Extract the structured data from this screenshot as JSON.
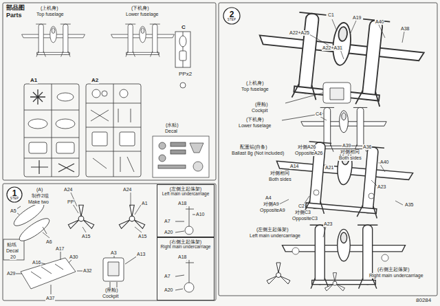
{
  "diagram": {
    "nodes": [
      {
        "text": [
          "1",
          "STEP"
        ]
      },
      {
        "text": [
          "(左侧主起落架)",
          "Left main undercarriage"
        ]
      },
      {
        "text": [
          "(右侧主起落架)",
          "Right main undercarriage"
        ]
      },
      {
        "text": [
          "2",
          "STEP"
        ]
      }
    ],
    "labels": [
      "部品图",
      "Parts",
      "(上机身)",
      "Top fuselage",
      "(下机身)",
      "Lower fuselage",
      "C",
      "PPx2",
      "A1",
      "A2",
      "(水贴)",
      "Decal",
      "(A)",
      "制作2组",
      "Make two",
      "A24",
      "A24",
      "PP",
      "A1",
      "A5",
      "A6",
      "A15",
      "A15",
      "A18",
      "A10",
      "A7",
      "A20",
      "A18",
      "A7",
      "A20",
      "贴纸",
      "Decal",
      "20",
      "A29",
      "A16",
      "A17",
      "A30",
      "A37",
      "A32",
      "A3",
      "A13",
      "(座舱)",
      "Cockpit",
      "C1",
      "A19",
      "A40",
      "A38",
      "A22+A25",
      "A22+A31",
      "(上机身)",
      "Top fuselage",
      "(座舱)",
      "Cockpit",
      "C4",
      "(下机身)",
      "Lower fuselage",
      "配重铅(自备)",
      "Ballast 8g (Not included)",
      "对侧A26",
      "OppositeA26",
      "A39",
      "对侧相同",
      "Both sides",
      "A36",
      "A14",
      "A21",
      "对侧相同",
      "Both sides",
      "A40",
      "A23",
      "A4",
      "对侧A9",
      "OppositeA9",
      "C2",
      "对侧C3",
      "OppositeC3",
      "A35",
      "A23",
      "(左侧主起落架)",
      "Left main undercarriage",
      "(右侧主起落架)",
      "Right main undercarriage",
      "80284"
    ]
  }
}
